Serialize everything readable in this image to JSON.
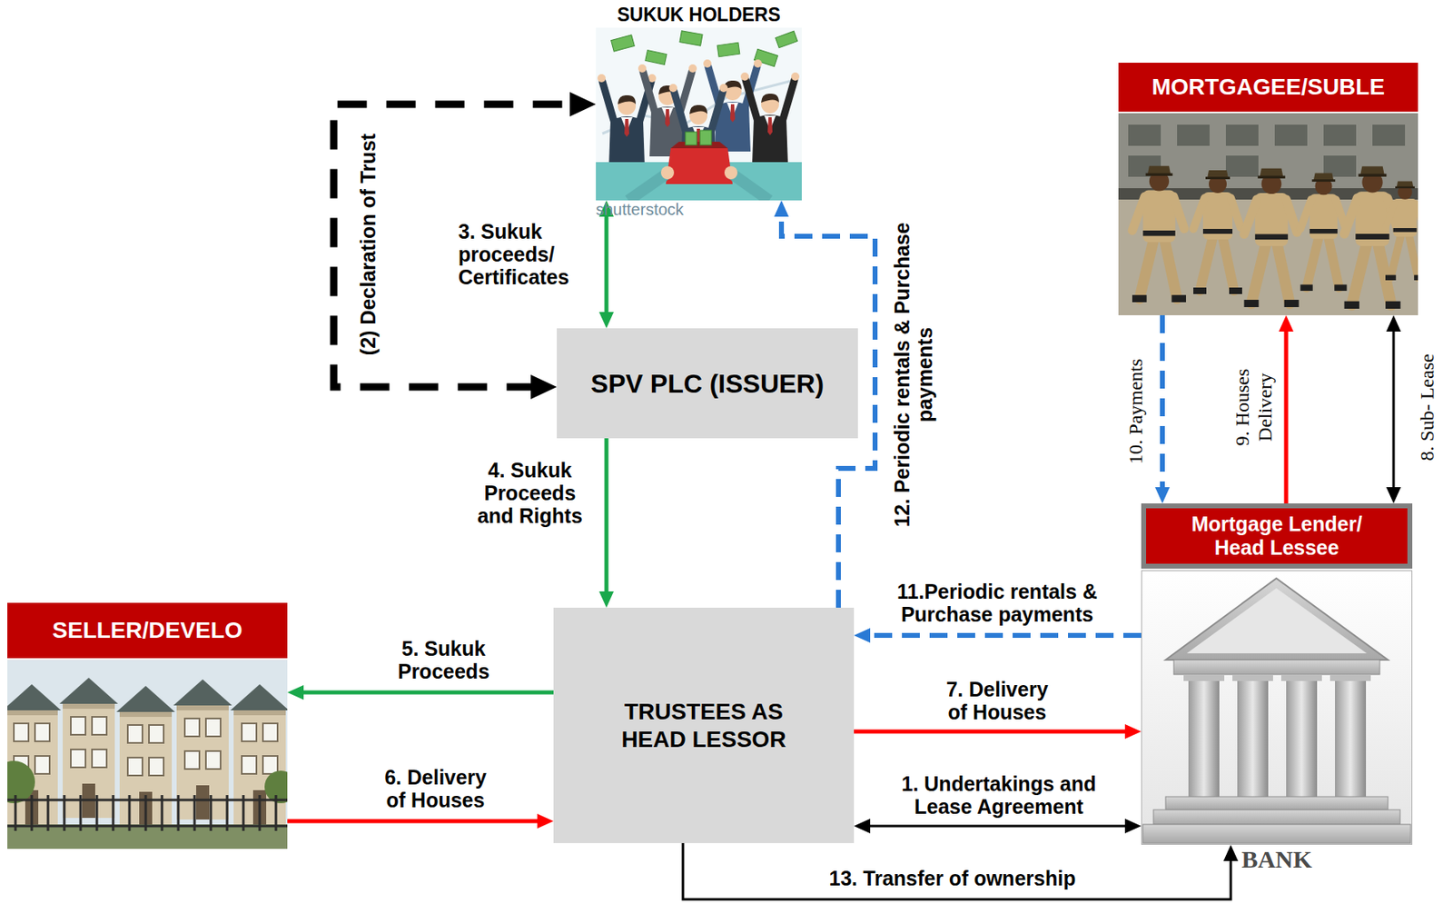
{
  "diagram": {
    "nodes": [
      {
        "text": [
          "SUKUK HOLDERS"
        ]
      },
      {
        "text": [
          "SPV PLC (ISSUER)"
        ]
      },
      {
        "text": [
          "TRUSTEES AS HEAD LESSOR"
        ]
      },
      {
        "text": [
          "SELLER/DEVELO"
        ]
      },
      {
        "text": [
          "MORTGAGEE/SUBLE"
        ]
      },
      {
        "text": [
          "Mortgage Lender/ Head Lessee"
        ]
      }
    ],
    "edges": [
      {
        "from": 2,
        "to": 5,
        "arrow": "both",
        "label": "1. Undertakings and Lease Agreement"
      },
      {
        "from": 1,
        "to": 0,
        "arrow": "both",
        "label": "(2) Declaration of Trust"
      },
      {
        "from": 0,
        "to": 1,
        "arrow": "both",
        "label": "3. Sukuk proceeds/ Certificates"
      },
      {
        "from": 1,
        "to": 2,
        "arrow": "to",
        "label": "4. Sukuk Proceeds and Rights"
      },
      {
        "from": 2,
        "to": 3,
        "arrow": "to",
        "label": "5. Sukuk Proceeds"
      },
      {
        "from": 3,
        "to": 2,
        "arrow": "to",
        "label": "6. Delivery of Houses"
      },
      {
        "from": 2,
        "to": 5,
        "arrow": "to",
        "label": "7. Delivery of Houses"
      },
      {
        "from": 4,
        "to": 5,
        "arrow": "both",
        "label": "8. Sub- Lease"
      },
      {
        "from": 5,
        "to": 4,
        "arrow": "to",
        "label": "9. Houses Delivery"
      },
      {
        "from": 4,
        "to": 5,
        "arrow": "to",
        "label": "10. Payments"
      },
      {
        "from": 5,
        "to": 2,
        "arrow": "to",
        "label": "11.Periodic rentals & Purchase payments"
      },
      {
        "from": 2,
        "to": 0,
        "arrow": "to",
        "label": "12. Periodic rentals & Purchase payments"
      },
      {
        "from": 2,
        "to": 5,
        "arrow": "to",
        "label": "13. Transfer of ownership"
      }
    ],
    "labels": [
      "shutterstock",
      "BANK"
    ]
  }
}
